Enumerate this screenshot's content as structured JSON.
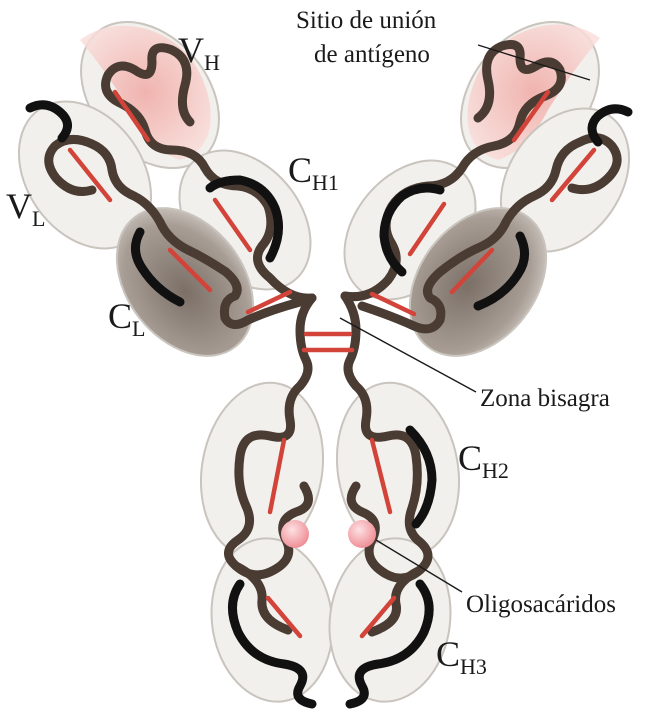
{
  "labels": {
    "vh": {
      "main": "V",
      "sub": "H"
    },
    "vl": {
      "main": "V",
      "sub": "L"
    },
    "ch1": {
      "main": "C",
      "sub": "H1"
    },
    "cl": {
      "main": "C",
      "sub": "L"
    },
    "ch2": {
      "main": "C",
      "sub": "H2"
    },
    "ch3": {
      "main": "C",
      "sub": "H3"
    },
    "antigen_site_line1": "Sitio de unión",
    "antigen_site_line2": "de antígeno",
    "hinge": "Zona bisagra",
    "oligosaccharides": "Oligosacáridos"
  },
  "colors": {
    "heavy_chain": "#4a3c32",
    "light_chain_strand": "#111111",
    "disulfide_bond": "#d2443a",
    "variable_region": "#f2b8b4",
    "constant_light_region": "#8a7f76",
    "domain_envelope": "#f2f0ed",
    "oligosaccharide": "#f4a9ae"
  }
}
